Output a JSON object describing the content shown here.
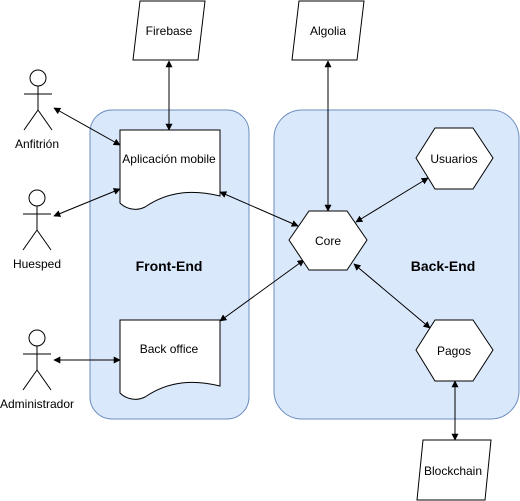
{
  "groups": {
    "frontend": "Front-End",
    "backend": "Back-End"
  },
  "actors": {
    "anfitrion": "Anfitrión",
    "huesped": "Huesped",
    "administrador": "Administrador"
  },
  "documents": {
    "mobile": "Aplicación mobile",
    "backoffice": "Back office"
  },
  "services": {
    "firebase": "Firebase",
    "algolia": "Algolia",
    "blockchain": "Blockchain"
  },
  "hexagons": {
    "core": "Core",
    "usuarios": "Usuarios",
    "pagos": "Pagos"
  },
  "colors": {
    "region_fill": "#dae8fc",
    "region_stroke": "#6c8ebf"
  }
}
